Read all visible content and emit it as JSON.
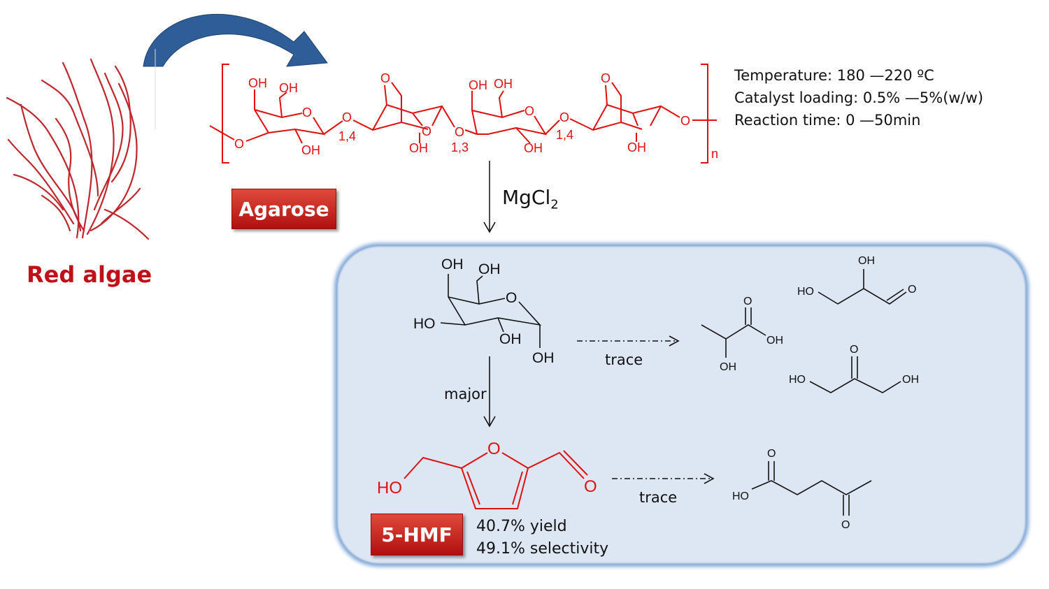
{
  "colors": {
    "agarose": "#e01010",
    "box_bg": "#dde7f3",
    "arrow": "#2f5d97",
    "badge": "#c0201a"
  },
  "algae_label": "Red algae",
  "agarose_label": "Agarose",
  "conditions": [
    "Temperature: 180 —220 ºC",
    "Catalyst loading: 0.5% —5%(w/w)",
    "Reaction time: 0 —50min"
  ],
  "catalyst": {
    "main": "MgCl",
    "sub": "2"
  },
  "agarose_atoms": [
    "OH",
    "OH",
    "O",
    "OH",
    "O",
    "1,4",
    "O",
    "O",
    "OH",
    "O",
    "1,3",
    "OH",
    "OH",
    "O",
    "OH",
    "O",
    "1,4",
    "O",
    "O",
    "OH",
    "O",
    "n"
  ],
  "galactose_atoms": [
    "OH",
    "OH",
    "O",
    "HO",
    "OH",
    "OH"
  ],
  "hmf_atoms": [
    "HO",
    "O",
    "O"
  ],
  "lactic_atoms": [
    "O",
    "OH",
    "OH"
  ],
  "glyceraldehyde_atoms": [
    "OH",
    "HO",
    "O"
  ],
  "dha_atoms": [
    "O",
    "HO",
    "OH"
  ],
  "levulinic_atoms": [
    "O",
    "HO",
    "O"
  ],
  "arrows": {
    "major": "major",
    "trace1": "trace",
    "trace2": "trace"
  },
  "hmf_label": "5-HMF",
  "results": [
    "40.7% yield",
    "49.1% selectivity"
  ]
}
